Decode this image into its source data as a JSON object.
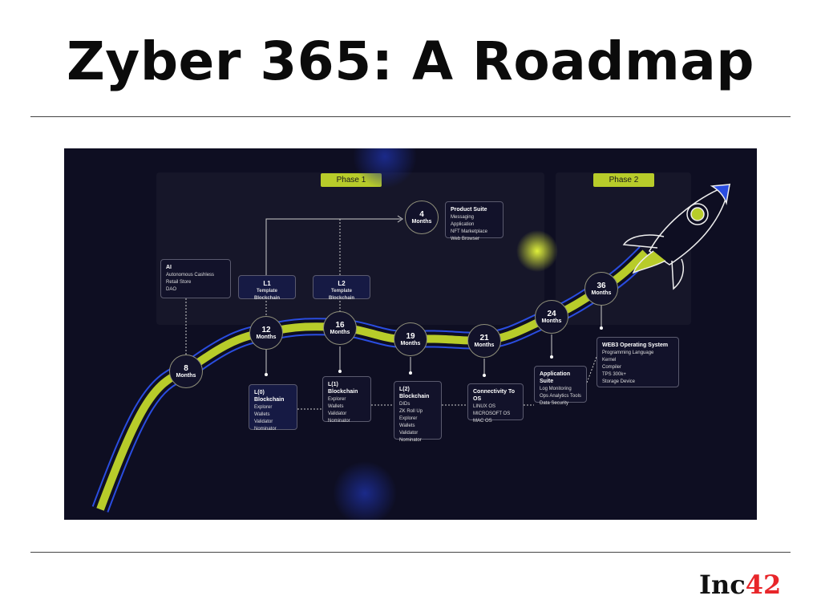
{
  "title": "Zyber 365: A Roadmap",
  "phases": [
    "Phase 1",
    "Phase 2"
  ],
  "nodes": [
    {
      "num": "4",
      "unit": "Months"
    },
    {
      "num": "8",
      "unit": "Months"
    },
    {
      "num": "12",
      "unit": "Months"
    },
    {
      "num": "16",
      "unit": "Months"
    },
    {
      "num": "19",
      "unit": "Months"
    },
    {
      "num": "21",
      "unit": "Months"
    },
    {
      "num": "24",
      "unit": "Months"
    },
    {
      "num": "36",
      "unit": "Months"
    }
  ],
  "boxes": {
    "product": {
      "title": "Product Suite",
      "items": [
        "Messaging Application",
        "NFT Marketplace",
        "Web Browser"
      ]
    },
    "ai": {
      "title": "AI",
      "items": [
        "Autonomous Cashless",
        "Retail Store",
        "DAO"
      ]
    },
    "l1": {
      "title": "L1",
      "sub": "Template Blockchain"
    },
    "l2": {
      "title": "L2",
      "sub": "Template Blockchain"
    },
    "l0b": {
      "title": "L(0) Blockchain",
      "items": [
        "Explorer",
        "Wallets",
        "Validator",
        "Nominator"
      ]
    },
    "l1b": {
      "title": "L(1) Blockchain",
      "items": [
        "Explorer",
        "Wallets",
        "Validator",
        "Nominator"
      ]
    },
    "l2b": {
      "title": "L(2) Blockchain",
      "items": [
        "DIDs",
        "ZK Roll Up",
        "Explorer",
        "Wallets",
        "Validator",
        "Nominator"
      ]
    },
    "os": {
      "title": "Connectivity To OS",
      "items": [
        "LINUX OS",
        "MICROSOFT OS",
        "MAC OS"
      ]
    },
    "app": {
      "title": "Application Suite",
      "items": [
        "Log Monitoring",
        "Ops Analytics Tools",
        "Data Security"
      ]
    },
    "web3": {
      "title": "WEB3 Operating System",
      "items": [
        "Programming Language",
        "Kernel",
        "Compiler",
        "TPS 300k+",
        "Storage Device"
      ]
    }
  },
  "colors": {
    "background": "#0e0e22",
    "track": "#b8cc2a",
    "track_edge": "#2a4de0",
    "phase_badge": "#b8cc2a",
    "logo_accent": "#e8262a"
  },
  "logo": {
    "text": "Inc",
    "accent": "42"
  }
}
